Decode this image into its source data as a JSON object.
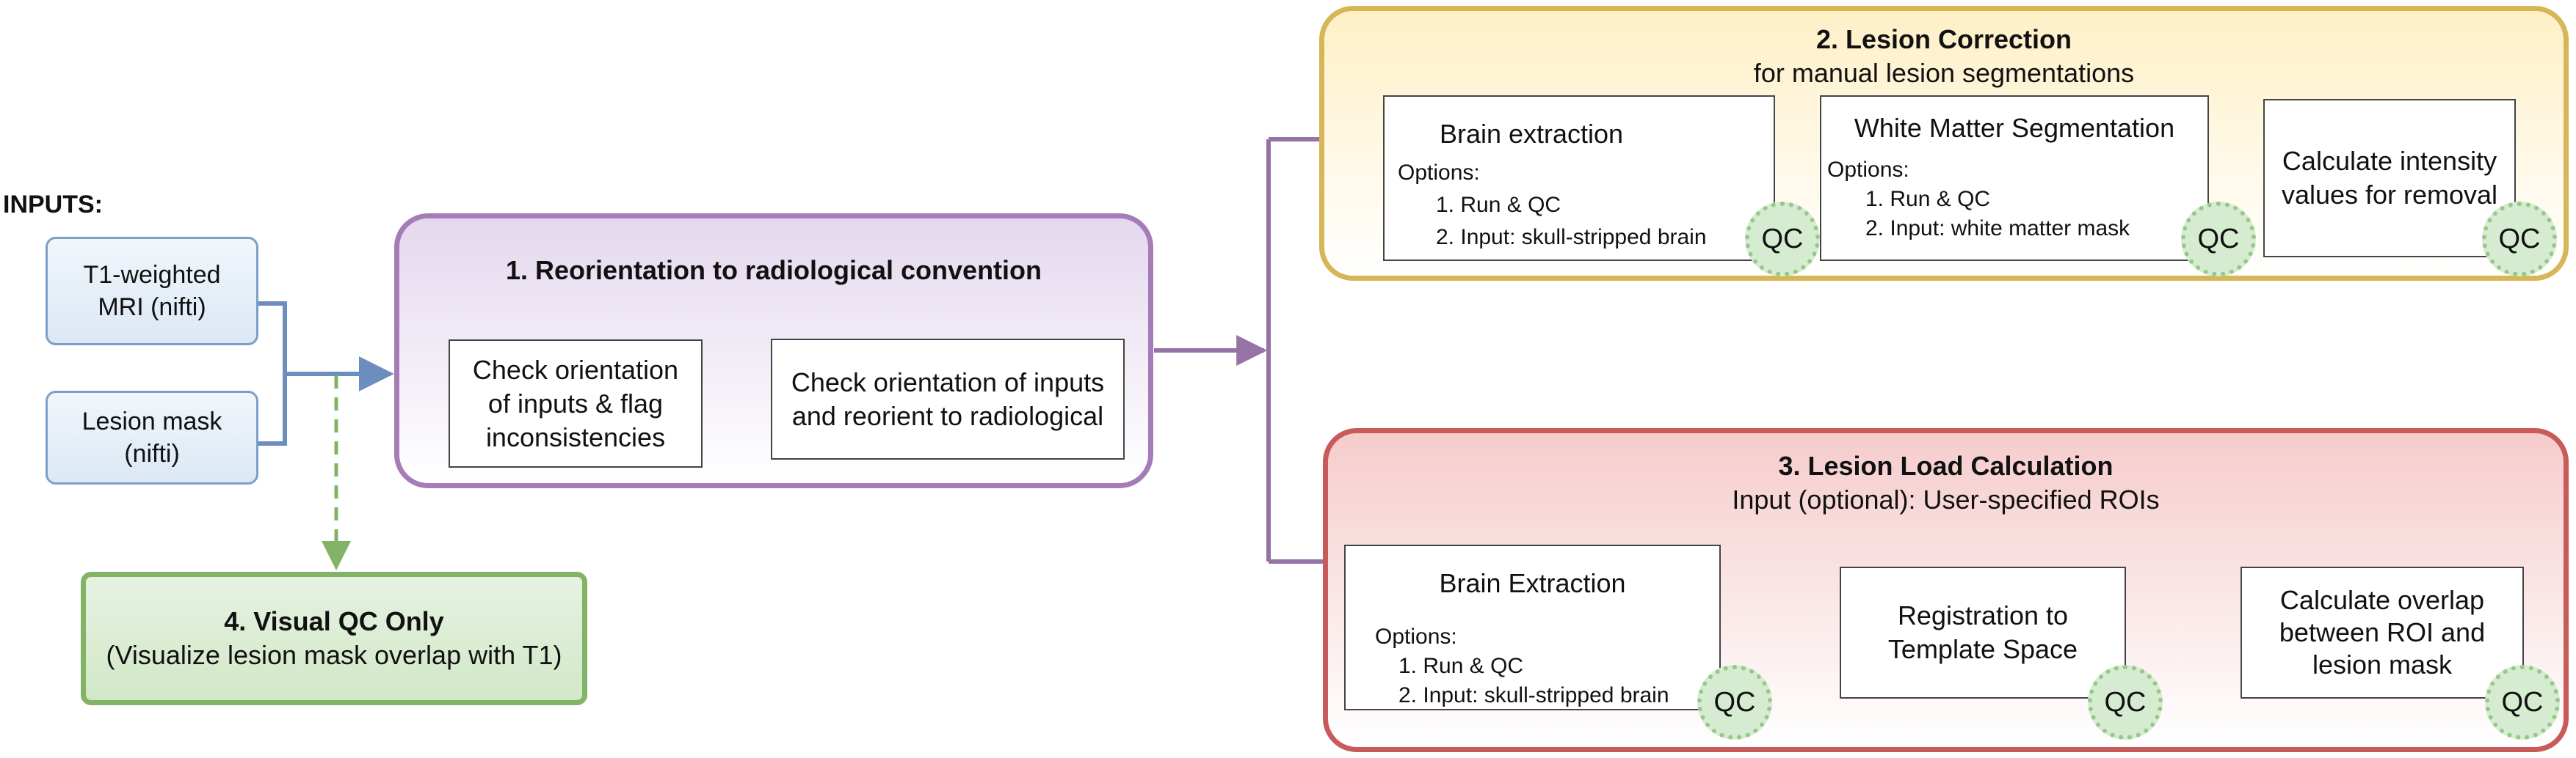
{
  "inputs": {
    "heading": "INPUTS:",
    "t1": "T1-weighted MRI (nifti)",
    "t1_lines": [
      "T1-weighted",
      "MRI (nifti)"
    ],
    "mask_lines": [
      "Lesion mask",
      "(nifti)"
    ]
  },
  "stage1": {
    "title": "1. Reorientation to radiological convention",
    "step_a_lines": [
      "Check orientation",
      "of inputs & flag",
      "inconsistencies"
    ],
    "step_b_lines": [
      "Check orientation of inputs",
      "and reorient to radiological"
    ]
  },
  "stage2": {
    "title": "2. Lesion Correction",
    "subtitle": "for manual lesion segmentations",
    "brain_extraction": {
      "title": "Brain extraction",
      "options_label": "Options:",
      "opt1": "1. Run & QC",
      "opt2": "2. Input: skull-stripped brain"
    },
    "wm_segmentation": {
      "title": "White Matter Segmentation",
      "options_label": "Options:",
      "opt1": "1. Run & QC",
      "opt2": "2. Input: white matter mask"
    },
    "intensity_lines": [
      "Calculate intensity",
      "values for removal"
    ]
  },
  "stage3": {
    "title": "3. Lesion Load Calculation",
    "subtitle": "Input (optional): User-specified ROIs",
    "brain_extraction": {
      "title": "Brain Extraction",
      "options_label": "Options:",
      "opt1": "1. Run & QC",
      "opt2": "2. Input: skull-stripped brain"
    },
    "registration_lines": [
      "Registration to",
      "Template Space"
    ],
    "overlap_lines": [
      "Calculate overlap",
      "between ROI and",
      "lesion mask"
    ]
  },
  "stage4": {
    "title": "4. Visual QC Only",
    "subtitle": "(Visualize lesion mask overlap with T1)"
  },
  "qc_label": "QC",
  "colors": {
    "input_border": "#7aa0c8",
    "stage1_border": "#a57cb7",
    "stage2_border": "#d6b656",
    "stage3_border": "#c85a5a",
    "stage4_border": "#82b366",
    "connector_purple": "#9673a6",
    "connector_blue": "#6c8ebf",
    "connector_green_dashed": "#82b366"
  }
}
